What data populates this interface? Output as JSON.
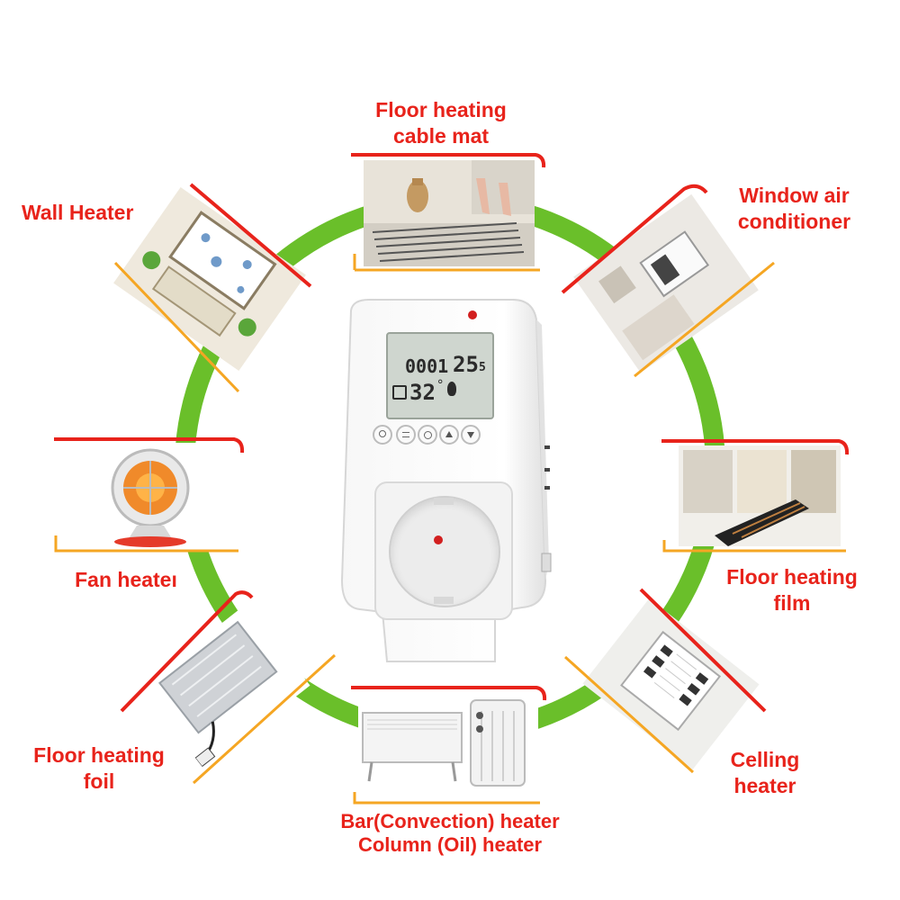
{
  "colors": {
    "ring": "#6abf2a",
    "accent_red": "#e8231b",
    "accent_orange": "#f5a623",
    "label": "#e8231b"
  },
  "labels": {
    "floor_mat": [
      "Floor heating",
      "cable mat"
    ],
    "window_ac": [
      "Window air",
      "conditioner"
    ],
    "wall_heater": [
      "Wall Heater"
    ],
    "floor_film": [
      "Floor heating",
      "film"
    ],
    "fan_heater": [
      "Fan heateı"
    ],
    "floor_foil": [
      "Floor heating",
      "foil"
    ],
    "ceiling_heater": [
      "Celling",
      "heater"
    ],
    "bar_column": [
      "Bar(Convection) heater",
      "Column (Oil) heater"
    ]
  },
  "thermostat": {
    "lcd_top_left": "0001",
    "lcd_top_right": "25",
    "lcd_top_unit": "5",
    "lcd_bottom": "32",
    "lcd_degree": "°"
  },
  "icons": {
    "buttons": [
      "power-icon",
      "mode-icon",
      "clock-icon",
      "up-arrow-icon",
      "down-arrow-icon"
    ]
  }
}
